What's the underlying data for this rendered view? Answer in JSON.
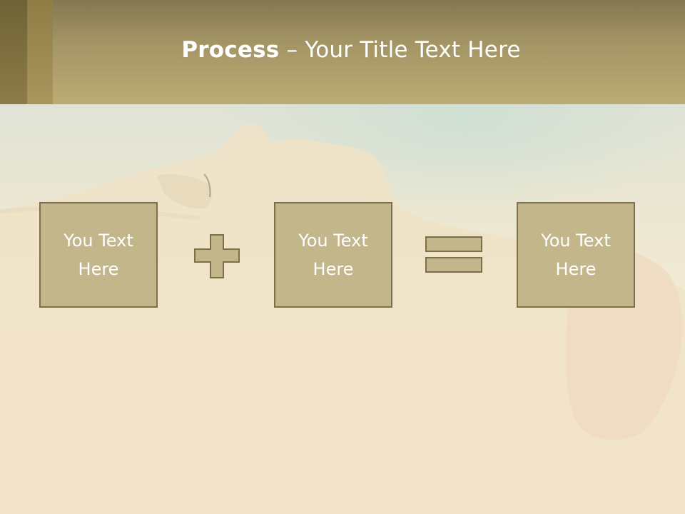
{
  "slide": {
    "title_bold": "Process",
    "title_rest": " – Your Title Text Here",
    "boxes": [
      {
        "line1": "You Text",
        "line2": "Here"
      },
      {
        "line1": "You Text",
        "line2": "Here"
      },
      {
        "line1": "You Text",
        "line2": "Here"
      }
    ],
    "operators": [
      "plus-icon",
      "equals-icon"
    ],
    "colors": {
      "header": "#bcab74",
      "box_fill": "#c3b68b",
      "box_border": "#7d6f4b",
      "background": "#f4ecd8"
    }
  }
}
